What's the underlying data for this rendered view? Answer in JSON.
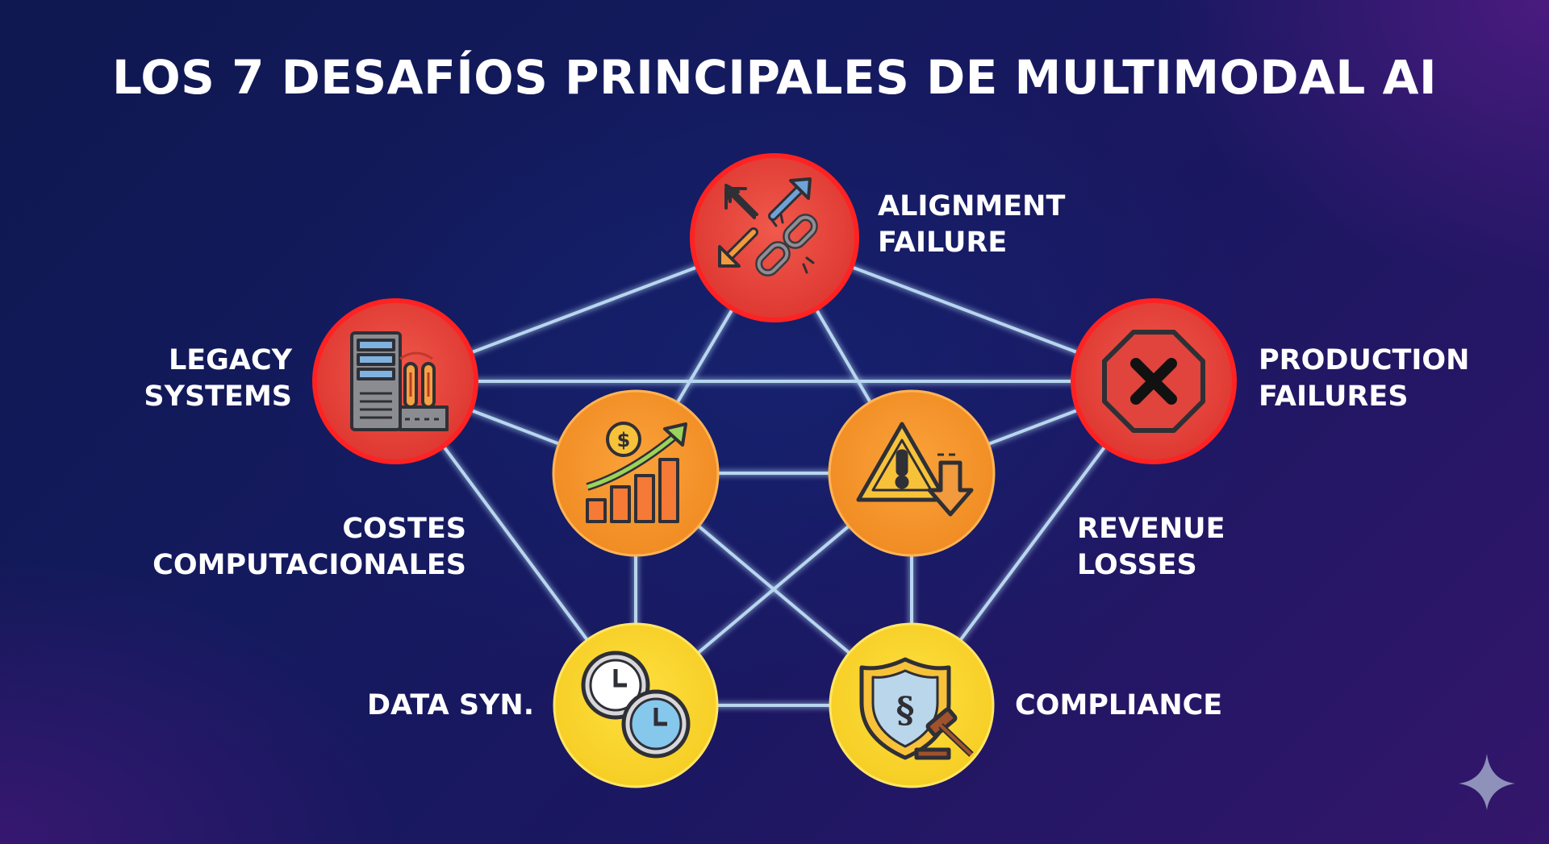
{
  "title": "LOS 7 DESAFÍOS PRINCIPALES DE MULTIMODAL AI",
  "colors": {
    "red_node": "#e8433c",
    "red_ring": "#ff2a24",
    "orange_node": "#f7922a",
    "yellow_node": "#f7d52c",
    "connector": "#bfe4ff"
  },
  "nodes": [
    {
      "id": "alignment",
      "tier": "red",
      "icon": "broken-chain-arrows-icon",
      "label_lines": [
        "ALIGNMENT",
        "FAILURE"
      ]
    },
    {
      "id": "legacy",
      "tier": "red",
      "icon": "server-rack-icon",
      "label_lines": [
        "LEGACY",
        "SYSTEMS"
      ]
    },
    {
      "id": "production",
      "tier": "red",
      "icon": "stop-sign-x-icon",
      "label_lines": [
        "PRODUCTION",
        "FAILURES"
      ]
    },
    {
      "id": "costs",
      "tier": "orange",
      "icon": "rising-cost-chart-icon",
      "label_lines": [
        "COSTES",
        "COMPUTACIONALES"
      ]
    },
    {
      "id": "revenue",
      "tier": "orange",
      "icon": "warning-down-arrow-icon",
      "label_lines": [
        "REVENUE",
        "LOSSES"
      ]
    },
    {
      "id": "datasync",
      "tier": "yellow",
      "icon": "two-clocks-icon",
      "label_lines": [
        "DATA SYN."
      ]
    },
    {
      "id": "compliance",
      "tier": "yellow",
      "icon": "shield-gavel-icon",
      "label_lines": [
        "COMPLIANCE"
      ]
    }
  ],
  "watermark_icon": "sparkle-star-icon"
}
